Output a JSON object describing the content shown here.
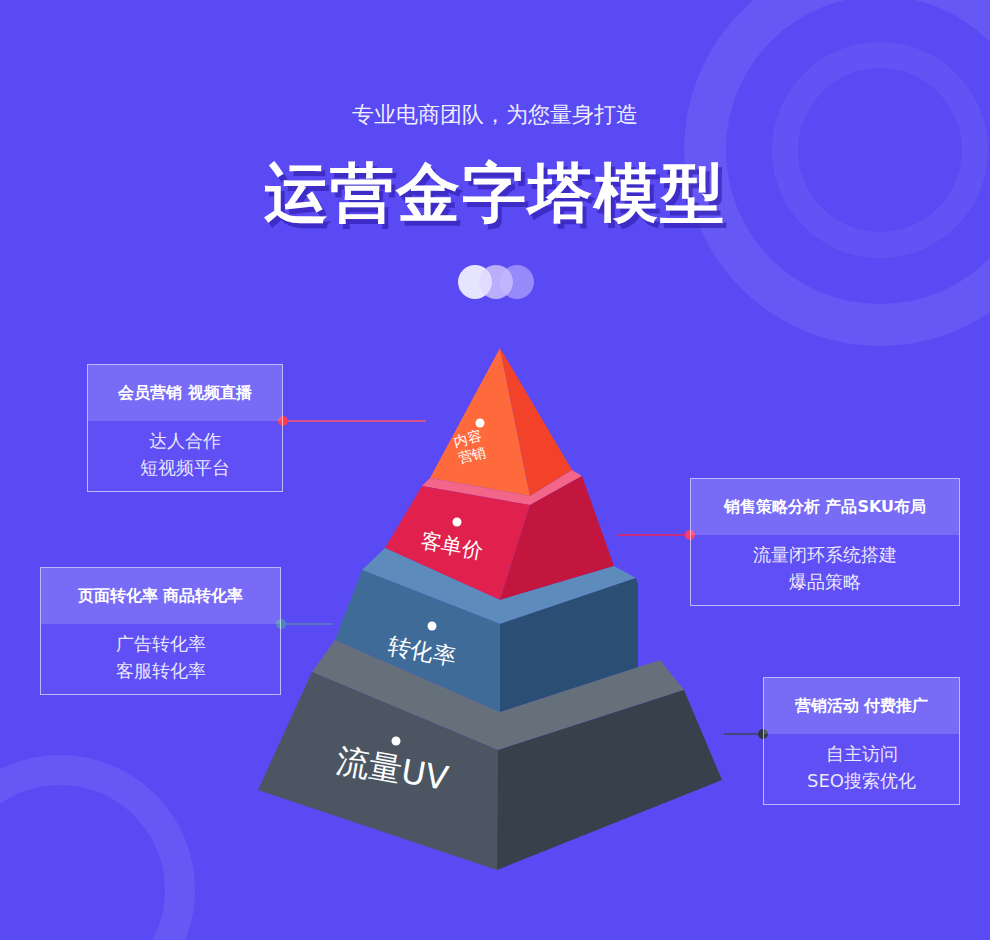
{
  "diagram": {
    "title": "运营金字塔模型",
    "nodes": [
      {
        "text": [
          "会员营销 视频直播",
          "达人合作 短视频平台"
        ]
      },
      {
        "text": [
          "内容营销"
        ]
      },
      {
        "text": [
          "销售策略分析 产品SKU布局",
          "流量闭环系统搭建 爆品策略"
        ]
      },
      {
        "text": [
          "客单价"
        ]
      },
      {
        "text": [
          "页面转化率 商品转化率",
          "广告转化率 客服转化率"
        ]
      },
      {
        "text": [
          "转化率"
        ]
      },
      {
        "text": [
          "营销活动 付费推广",
          "自主访问 SEO搜索优化"
        ]
      },
      {
        "text": [
          "流量UV"
        ]
      }
    ],
    "edges": [
      {
        "from": 0,
        "to": 1,
        "arrow": "none"
      },
      {
        "from": 2,
        "to": 3,
        "arrow": "none"
      },
      {
        "from": 4,
        "to": 5,
        "arrow": "none"
      },
      {
        "from": 6,
        "to": 7,
        "arrow": "none"
      }
    ],
    "labels": [
      "专业电商团队，为您量身打造"
    ]
  }
}
